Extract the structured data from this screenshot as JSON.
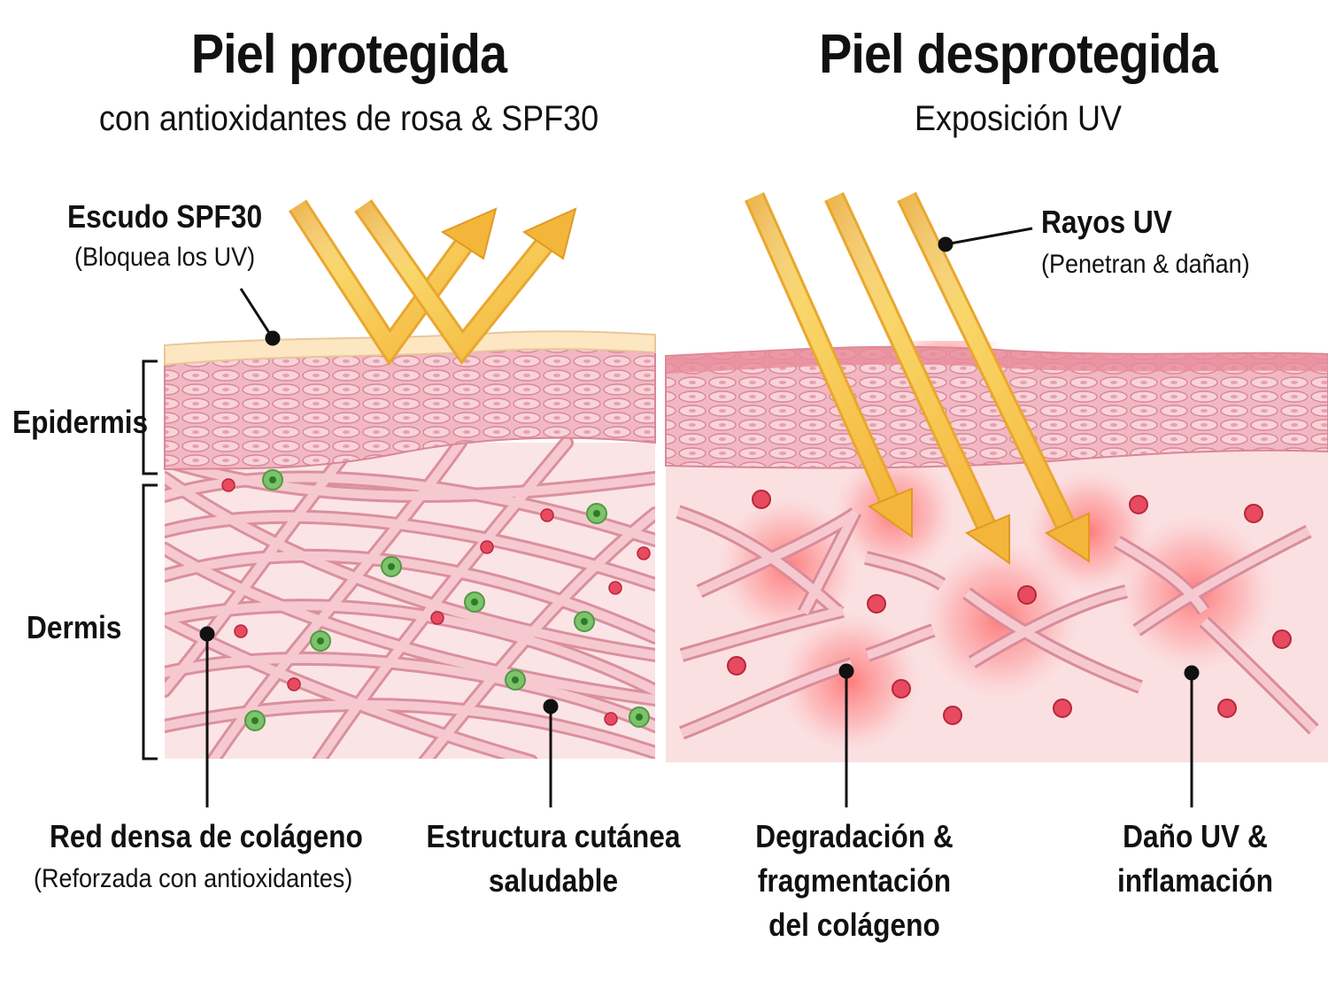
{
  "left_panel": {
    "title": "Piel protegida",
    "subtitle": "con antioxidantes de rosa & SPF30",
    "shield_label": "Escudo SPF30",
    "shield_note": "(Bloquea los UV)",
    "layer_epidermis": "Epidermis",
    "layer_dermis": "Dermis",
    "collagen_label": "Red densa de colágeno",
    "collagen_note": "(Reforzada con antioxidantes)",
    "structure_label_line1": "Estructura cutánea",
    "structure_label_line2": "saludable"
  },
  "right_panel": {
    "title": "Piel desprotegida",
    "subtitle": "Exposición UV",
    "rays_label": "Rayos UV",
    "rays_note": "(Penetran & dañan)",
    "degradation_line1": "Degradación &",
    "degradation_line2": "fragmentación",
    "degradation_line3": "del colágeno",
    "damage_line1": "Daño UV &",
    "damage_line2": "inflamación"
  },
  "colors": {
    "uv_arrow": "#f7c548",
    "skin_pink": "#f2b5c0",
    "collagen": "#f3c3cb",
    "antioxidant_green": "#7cc36a",
    "free_radical_red": "#e84a5f",
    "inflammation": "#ff6b6b"
  }
}
